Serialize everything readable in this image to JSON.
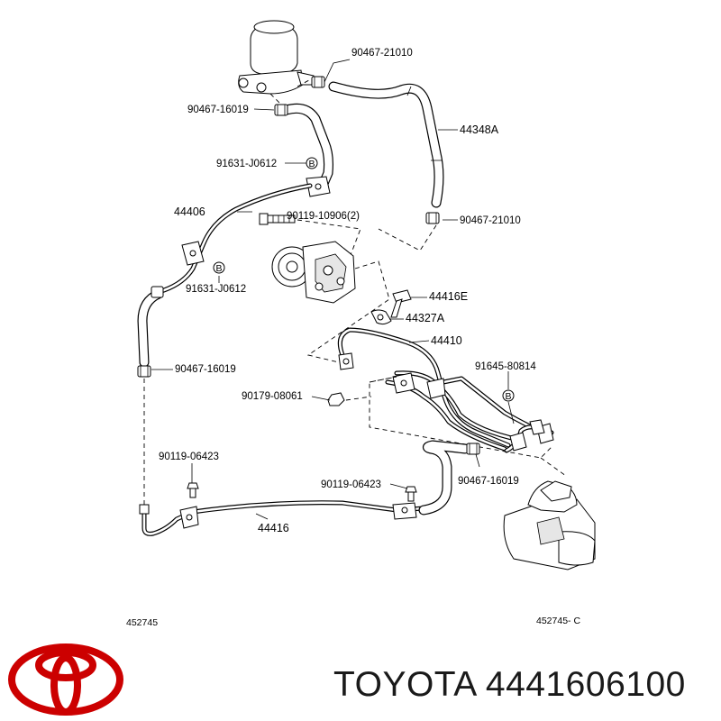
{
  "labels": {
    "l1": "90467-21010",
    "l2": "90467-16019",
    "l3": "44348A",
    "l4": "91631-J0612",
    "l5": "44406",
    "l6": "90119-10906(2)",
    "l7": "90467-21010",
    "l8": "91631-J0612",
    "l9": "44416E",
    "l10": "44327A",
    "l11": "44410",
    "l12": "90467-16019",
    "l13": "91645-80814",
    "l14": "90179-08061",
    "l15": "90119-06423",
    "l16": "90119-06423",
    "l17": "90467-16019",
    "l18": "44416"
  },
  "markers": {
    "b1": "B",
    "b2": "B",
    "b3": "B"
  },
  "refs": {
    "left": "452745",
    "right": "452745- C"
  },
  "brand": {
    "text": "TOYOTA 4441606100",
    "logo_color": "#cc0000",
    "logo_icon": "toyota-logo-icon"
  }
}
